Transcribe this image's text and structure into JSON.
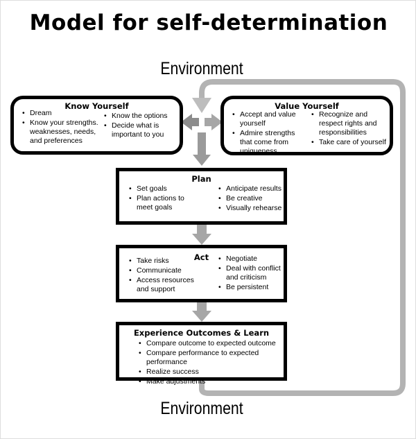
{
  "title": "Model for self-determination",
  "environment_top": "Environment",
  "environment_bottom": "Environment",
  "know_yourself": {
    "heading": "Know Yourself",
    "left": [
      "Dream",
      "Know your strengths. weaknesses, needs, and preferences"
    ],
    "right": [
      "Know the options",
      "Decide what is important to you"
    ]
  },
  "value_yourself": {
    "heading": "Value Yourself",
    "left": [
      "Accept and value yourself",
      "Admire strengths that come from uniqueness"
    ],
    "right": [
      "Recognize and respect rights and responsibilities",
      "Take  care of yourself"
    ]
  },
  "plan": {
    "heading": "Plan",
    "left": [
      "Set goals",
      "Plan actions to meet goals"
    ],
    "right": [
      "Anticipate results",
      "Be creative",
      "Visually rehearse"
    ]
  },
  "act": {
    "heading": "Act",
    "left": [
      "Take risks",
      "Communicate",
      "Access resources and support"
    ],
    "right": [
      "Negotiate",
      "Deal with conflict and criticism",
      "Be persistent"
    ]
  },
  "experience": {
    "heading": "Experience Outcomes & Learn",
    "items": [
      "Compare outcome to expected outcome",
      "Compare performance to expected performance",
      "Realize success",
      "Make adjustments"
    ]
  },
  "colors": {
    "arrow": "#a6a6a6",
    "loop": "#b3b3b3",
    "border": "#000000"
  }
}
